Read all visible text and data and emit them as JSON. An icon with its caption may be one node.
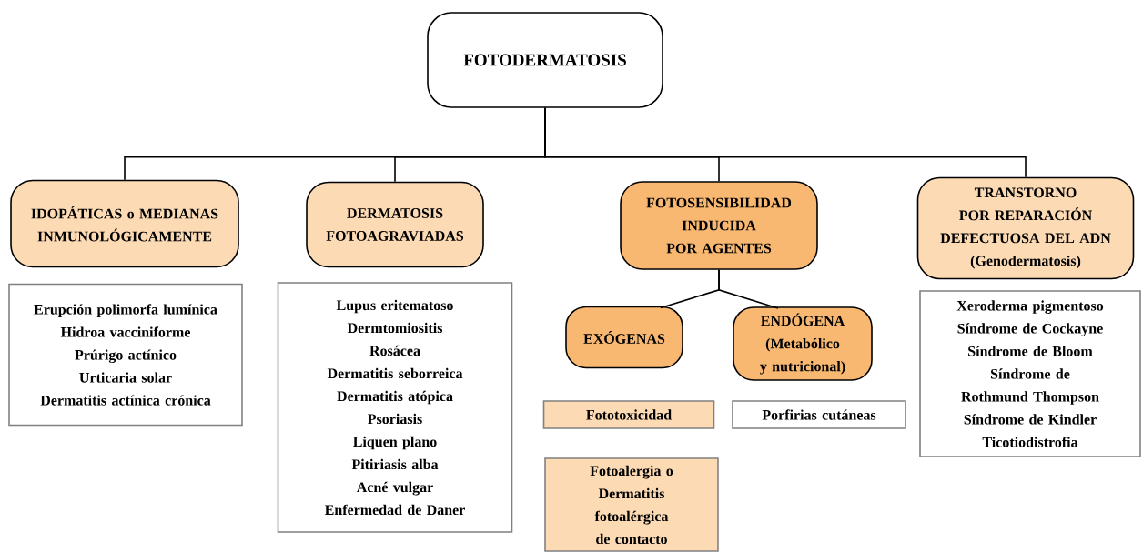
{
  "diagram": {
    "nodes": [
      {
        "text": [
          "FOTODERMATOSIS"
        ]
      },
      {
        "text": [
          "IDOPÁTICAS o MEDIANAS INMUNOLÓGICAMENTE"
        ]
      },
      {
        "text": [
          "DERMATOSIS FOTOAGRAVIADAS"
        ]
      },
      {
        "text": [
          "FOTOSENSIBILIDAD INDUCIDA POR AGENTES"
        ]
      },
      {
        "text": [
          "TRANSTORNO POR REPARACIÓN DEFECTUOSA DEL ADN",
          "(Genodermatosis)"
        ]
      },
      {
        "text": [
          "Erupción polimorfa lumínica",
          "Hidroa vacciniforme",
          "Prúrigo actínico",
          "Urticaria solar",
          "Dermatitis actínica crónica"
        ]
      },
      {
        "text": [
          "Lupus eritematoso",
          "Dermtomiositis",
          "Rosácea",
          "Dermatitis seborreica",
          "Dermatitis atópica",
          "Psoriasis",
          "Liquen plano",
          "Pitiriasis alba",
          "Acné vulgar",
          "Enfermedad de Daner"
        ]
      },
      {
        "text": [
          "EXÓGENAS"
        ]
      },
      {
        "text": [
          "ENDÓGENA",
          "(Metabólico y nutricional)"
        ]
      },
      {
        "text": [
          "Xeroderma pigmentoso",
          "Síndrome de Cockayne",
          "Síndrome de Bloom",
          "Síndrome de Rothmund Thompson",
          "Síndrome de Kindler",
          "Ticotiodistrofia"
        ]
      },
      {
        "text": [
          "Fototoxicidad"
        ]
      },
      {
        "text": [
          "Porfirias cutáneas"
        ]
      },
      {
        "text": [
          "Fotoalergia o Dermatitis fotoalérgica de contacto"
        ]
      }
    ],
    "edges": [
      {
        "from": 0,
        "to": 1,
        "arrow": "none"
      },
      {
        "from": 0,
        "to": 2,
        "arrow": "none"
      },
      {
        "from": 0,
        "to": 3,
        "arrow": "none"
      },
      {
        "from": 0,
        "to": 4,
        "arrow": "none"
      },
      {
        "from": 3,
        "to": 7,
        "arrow": "none"
      },
      {
        "from": 3,
        "to": 8,
        "arrow": "none"
      }
    ]
  }
}
